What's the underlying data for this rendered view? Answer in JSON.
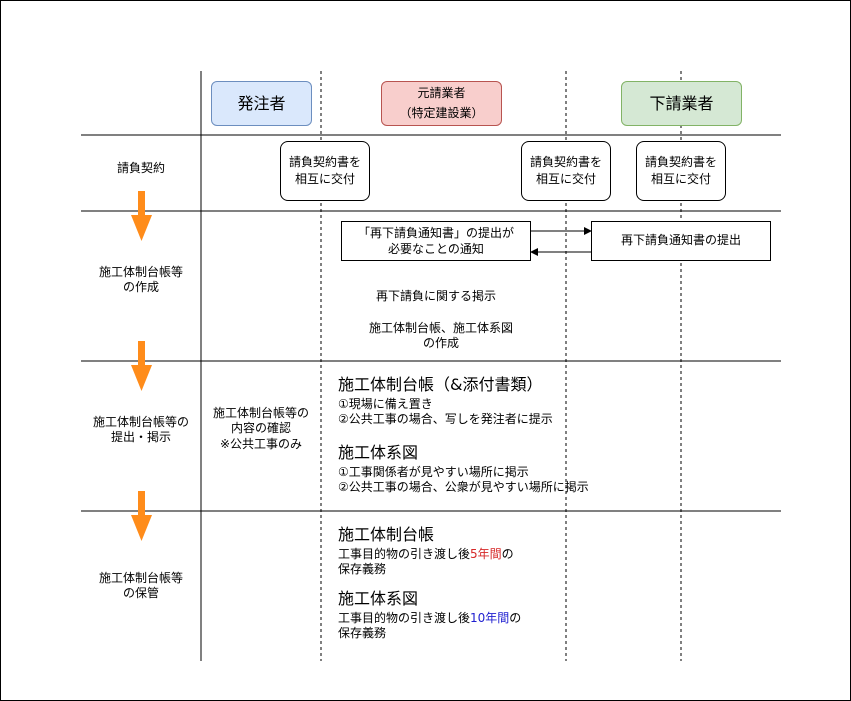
{
  "colors": {
    "owner_fill": "#dae8fc",
    "owner_border": "#6c8ebf",
    "prime_fill": "#f8cecc",
    "prime_border": "#b85450",
    "sub_fill": "#d5e8d4",
    "sub_border": "#82b366",
    "arrow": "#ff8c1a",
    "highlight_red": "#d62828",
    "highlight_blue": "#1f1fd0"
  },
  "headers": {
    "owner": "発注者",
    "prime_line1": "元請業者",
    "prime_line2": "（特定建設業）",
    "sub": "下請業者"
  },
  "rows": {
    "contract": "請負契約",
    "create_line1": "施工体制台帳等",
    "create_line2": "の作成",
    "submit_line1": "施工体制台帳等の",
    "submit_line2": "提出・掲示",
    "keep_line1": "施工体制台帳等",
    "keep_line2": "の保管"
  },
  "contract_boxes": {
    "line1": "請負契約書を",
    "line2": "相互に交付"
  },
  "notice": {
    "request_line1": "「再下請負通知書」の提出が",
    "request_line2": "必要なことの通知",
    "submit": "再下請負通知書の提出"
  },
  "creation": {
    "posting": "再下請負に関する掲示",
    "ledger_line1": "施工体制台帳、施工体系図",
    "ledger_line2": "の作成"
  },
  "owner_check": {
    "line1": "施工体制台帳等の",
    "line2": "内容の確認",
    "line3": "※公共工事のみ"
  },
  "submission": {
    "ledger_title": "施工体制台帳（&添付書類）",
    "ledger_item1": "①現場に備え置き",
    "ledger_item2": "②公共工事の場合、写しを発注者に提示",
    "chart_title": "施工体系図",
    "chart_item1": "①工事関係者が見やすい場所に掲示",
    "chart_item2": "②公共工事の場合、公衆が見やすい場所に掲示"
  },
  "storage": {
    "ledger_title": "施工体制台帳",
    "ledger_pre": "工事目的物の引き渡し後",
    "ledger_period": "5年間",
    "ledger_post": "の",
    "ledger_line2": "保存義務",
    "chart_title": "施工体系図",
    "chart_pre": "工事目的物の引き渡し後",
    "chart_period": "10年間",
    "chart_post": "の",
    "chart_line2": "保存義務"
  }
}
